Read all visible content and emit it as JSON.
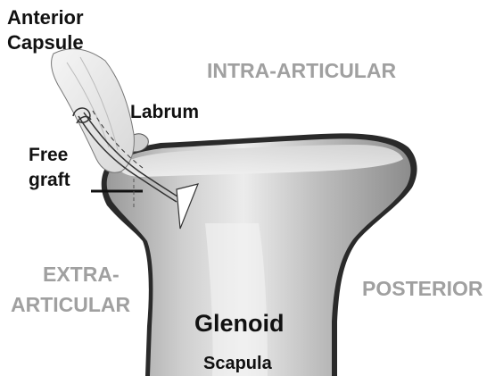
{
  "labels": {
    "anterior_capsule": [
      "Anterior",
      "Capsule"
    ],
    "labrum": "Labrum",
    "free_graft": [
      "Free",
      "graft"
    ],
    "intra_articular": "INTRA-ARTICULAR",
    "extra_articular": [
      "EXTRA-",
      "ARTICULAR"
    ],
    "posterior": "POSTERIOR",
    "glenoid": "Glenoid",
    "scapula": "Scapula"
  },
  "colors": {
    "bone_light": "#e6e6e6",
    "bone_mid": "#b8b8b8",
    "bone_shadow": "#2a2a2a",
    "region_text": "#a0a0a0",
    "label_text": "#111111"
  }
}
